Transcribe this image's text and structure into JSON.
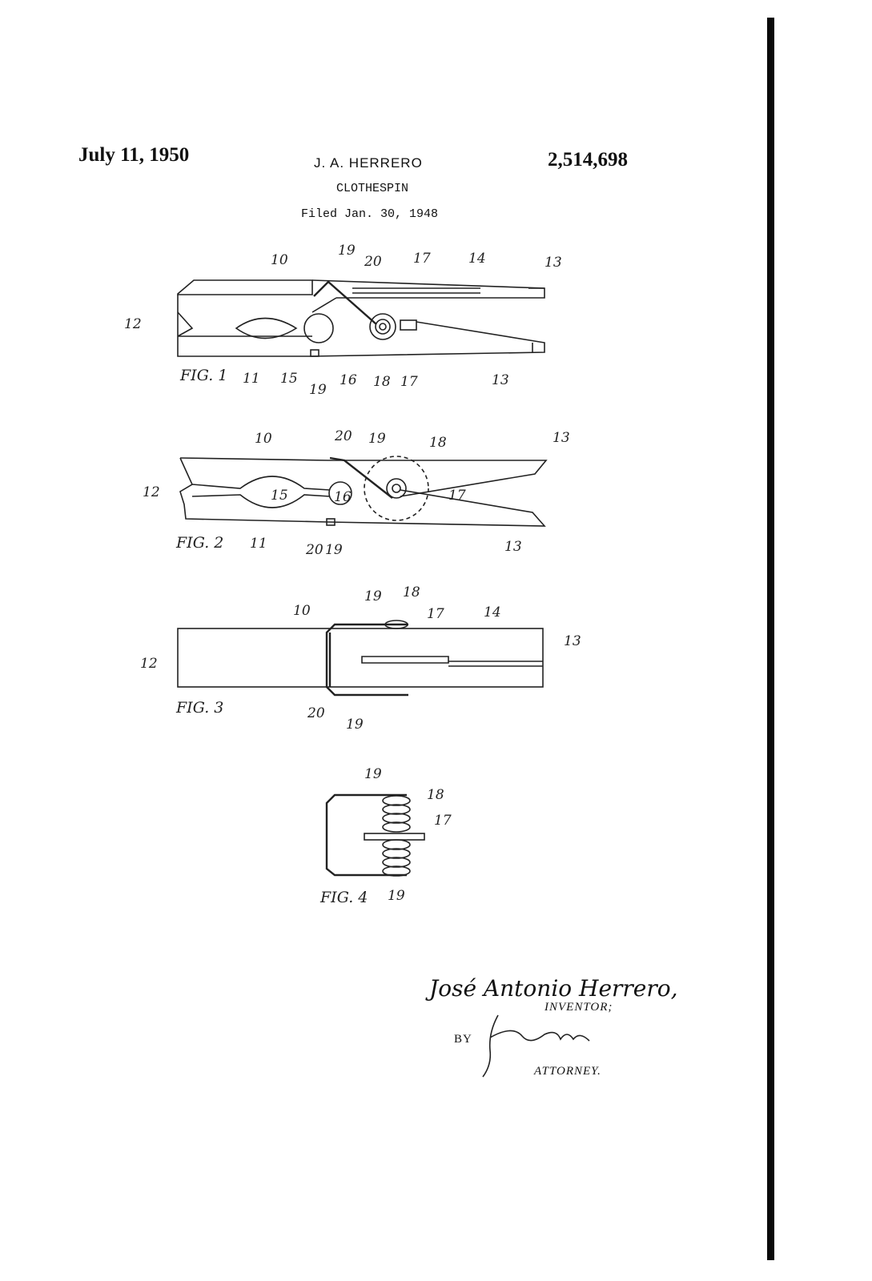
{
  "header": {
    "date": "July 11, 1950",
    "inventor": "J. A. HERRERO",
    "title": "CLOTHESPIN",
    "filed": "Filed Jan. 30, 1948",
    "patent_number": "2,514,698"
  },
  "figures": {
    "fig1": {
      "caption": "FIG. 1",
      "labels": {
        "l10": "10",
        "l19a": "19",
        "l20": "20",
        "l17a": "17",
        "l14": "14",
        "l13a": "13",
        "l12": "12",
        "l11": "11",
        "l15": "15",
        "l19b": "19",
        "l16": "16",
        "l18": "18",
        "l17b": "17",
        "l13b": "13"
      }
    },
    "fig2": {
      "caption": "FIG. 2",
      "labels": {
        "l10": "10",
        "l20a": "20",
        "l19a": "19",
        "l18": "18",
        "l13a": "13",
        "l12": "12",
        "l15": "15",
        "l16": "16",
        "l17": "17",
        "l11": "11",
        "l20b": "20",
        "l19b": "19",
        "l13b": "13"
      }
    },
    "fig3": {
      "caption": "FIG. 3",
      "labels": {
        "l19a": "19",
        "l18": "18",
        "l10": "10",
        "l17": "17",
        "l14": "14",
        "l13": "13",
        "l12": "12",
        "l20": "20",
        "l19b": "19"
      }
    },
    "fig4": {
      "caption": "FIG. 4",
      "labels": {
        "l19a": "19",
        "l18": "18",
        "l17": "17",
        "l19b": "19"
      }
    }
  },
  "signature": {
    "inventor_name": "José Antonio Herrero,",
    "inventor_role": "INVENTOR;",
    "by": "BY",
    "attorney_role": "ATTORNEY."
  }
}
